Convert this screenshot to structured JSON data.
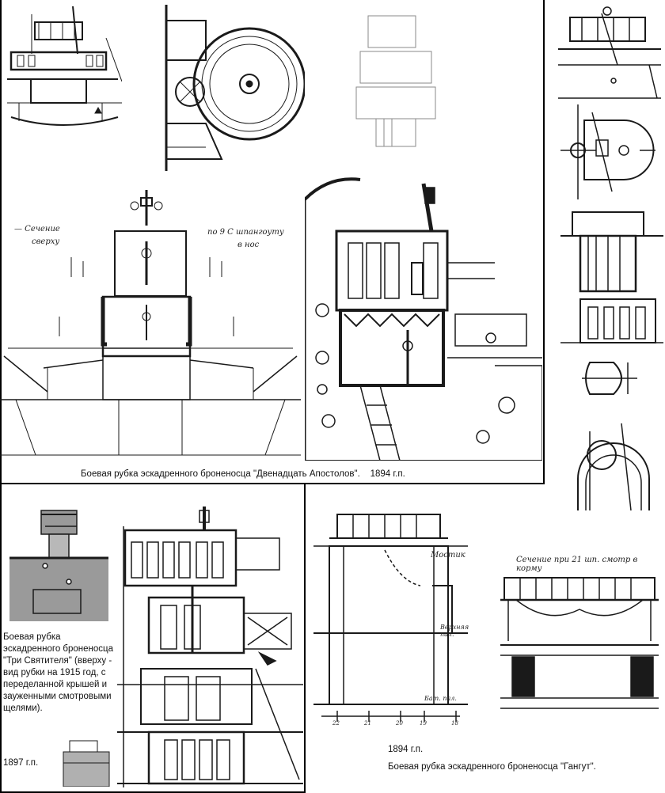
{
  "captions": {
    "twelve_apostles": "Боевая рубка эскадренного броненосца \"Двенадцать Апостолов\".",
    "twelve_apostles_year": "1894 г.п.",
    "three_saints": "Боевая рубка эскадренного броненосца \"Три Святителя\" (вверху - вид рубки на 1915 год, с переделанной крышей и зауженными смотровыми щелями).",
    "three_saints_year": "1897 г.п.",
    "gangut_year": "1894 г.п.",
    "gangut": "Боевая рубка эскадренного броненосца \"Гангут\"."
  },
  "annotations": {
    "section_left": "— Сечение",
    "section_left_sub": "сверху",
    "section_right": "по 9 С шпангоуту",
    "section_right_sub": "в нос",
    "bridge": "Мостик",
    "upper_deck": "Верхняя пал.",
    "battery_deck": "Бат. пал.",
    "section_gangut": "Сечение при 21 шп. смотр в корму",
    "frame_numbers": [
      "22",
      "21",
      "20",
      "19",
      "18"
    ]
  },
  "colors": {
    "ink": "#1a1a1a",
    "paper": "#ffffff",
    "shade": "#9a9a9a",
    "frame": "#000000"
  }
}
